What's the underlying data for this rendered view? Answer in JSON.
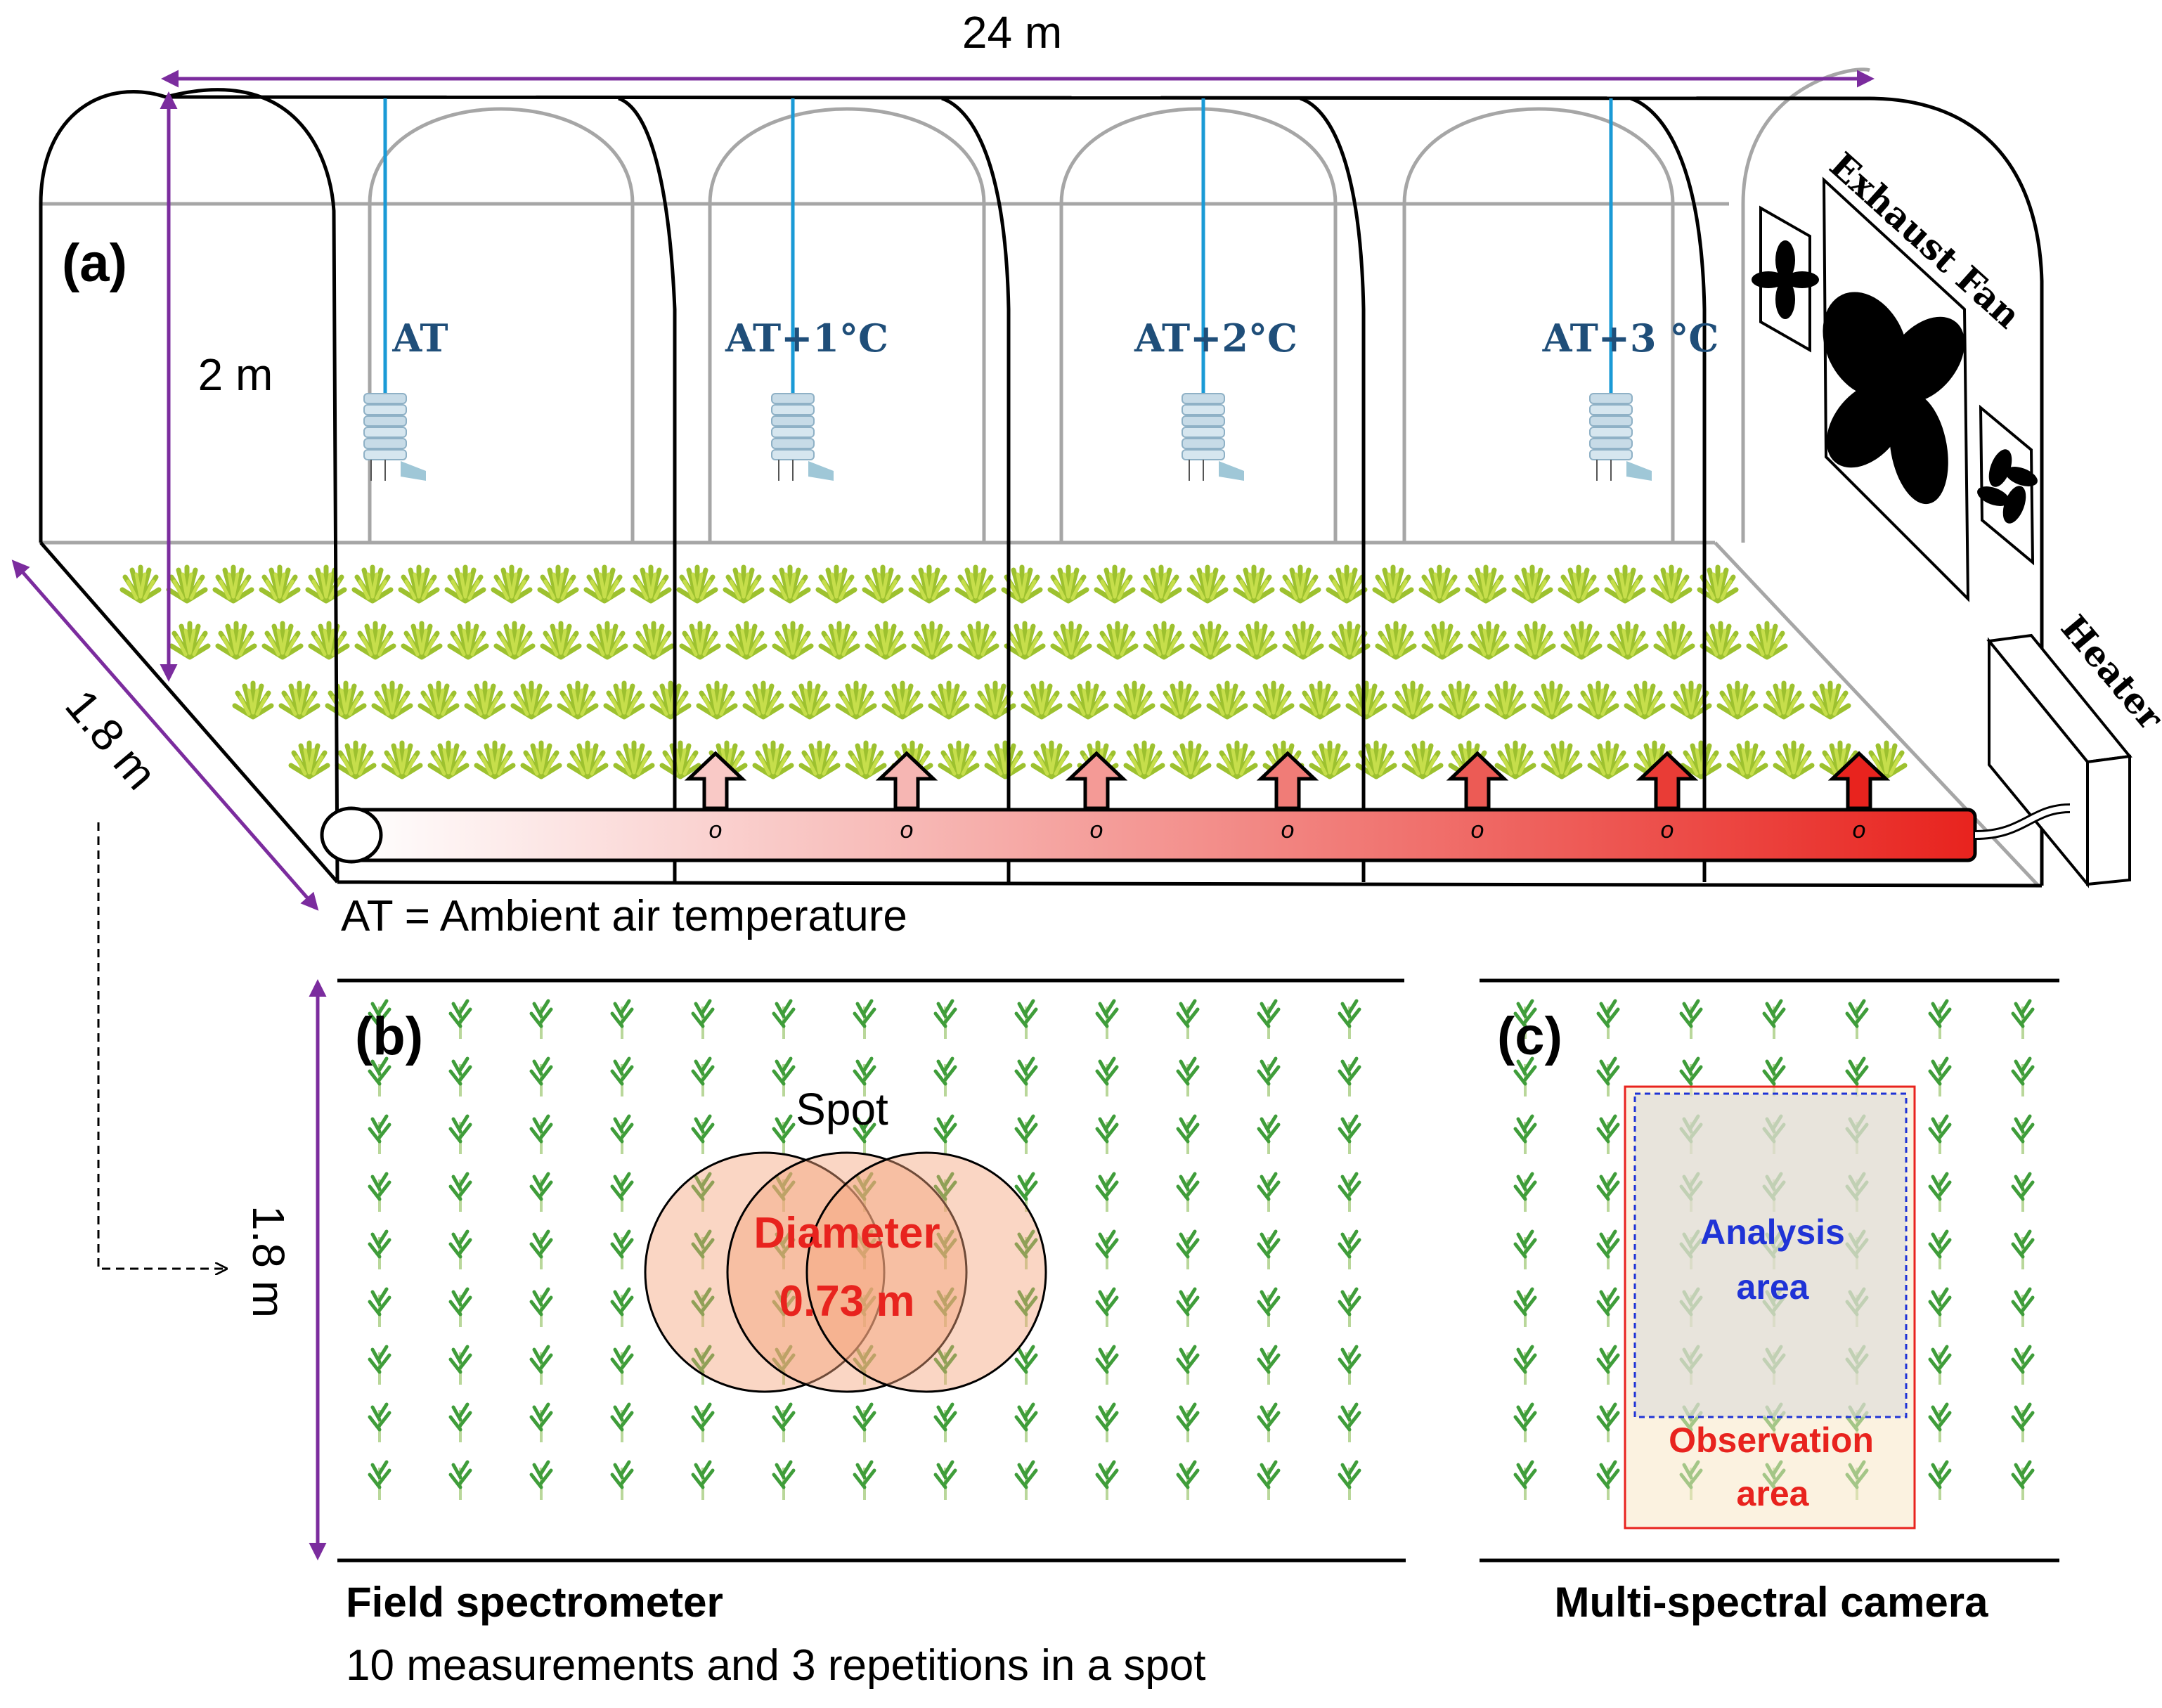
{
  "panel_a": {
    "label": "(a)",
    "length": "24 m",
    "height": "2 m",
    "width": "1.8 m",
    "treatments": [
      "AT",
      "AT+1°C",
      "AT+2°C",
      "AT+3 °C"
    ],
    "exhaust_fan": "Exhaust Fan",
    "heater": "Heater",
    "legend": "AT = Ambient air temperature"
  },
  "panel_b": {
    "label": "(b)",
    "width": "1.8 m",
    "spot": "Spot",
    "diameter_line1": "Diameter",
    "diameter_line2": "0.73 m",
    "title": "Field spectrometer",
    "caption": "10 measurements and 3 repetitions in a spot"
  },
  "panel_c": {
    "label": "(c)",
    "analysis_line1": "Analysis",
    "analysis_line2": "area",
    "observation_line1": "Observation",
    "observation_line2": "area",
    "title": "Multi-spectral camera"
  },
  "colors": {
    "dimension": "#7b2c9e",
    "sensor_line": "#1a9ad6",
    "treatment_text": "#1f4e79",
    "plant": "#a8c83c",
    "plant_top": "#4caf50",
    "heat": "#e8231e",
    "analysis_blue": "#1f33d6",
    "observation_red": "#e8231e"
  }
}
